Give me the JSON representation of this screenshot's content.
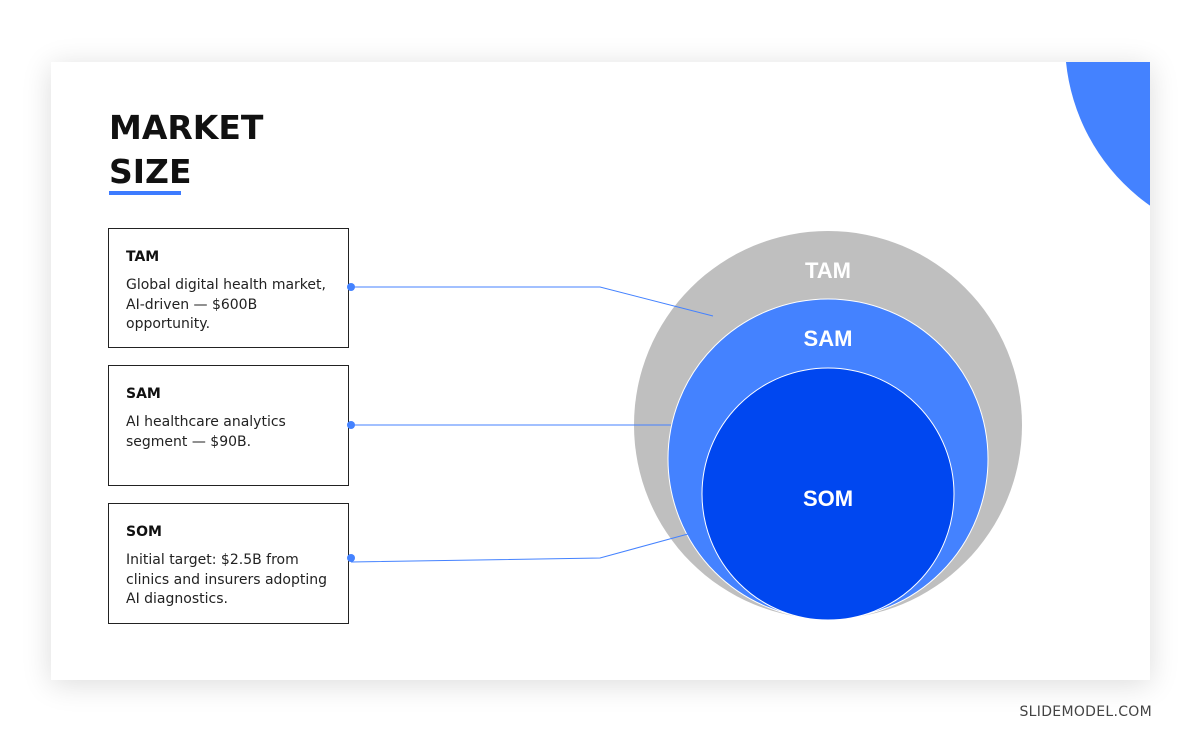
{
  "title": {
    "line1": "MARKET",
    "line2": "SIZE"
  },
  "accent_color": "#4482ff",
  "som_color": "#0047f0",
  "tam_color": "#bfbfbf",
  "boxes": {
    "tam": {
      "label": "TAM",
      "text": "Global digital health market, AI-driven — $600B opportunity."
    },
    "sam": {
      "label": "SAM",
      "text": "AI healthcare analytics segment — $90B."
    },
    "som": {
      "label": "SOM",
      "text": "Initial target: $2.5B from clinics and insurers adopting AI diagnostics."
    }
  },
  "circles": {
    "tam": "TAM",
    "sam": "SAM",
    "som": "SOM"
  },
  "brand": "SLIDEMODEL.COM"
}
